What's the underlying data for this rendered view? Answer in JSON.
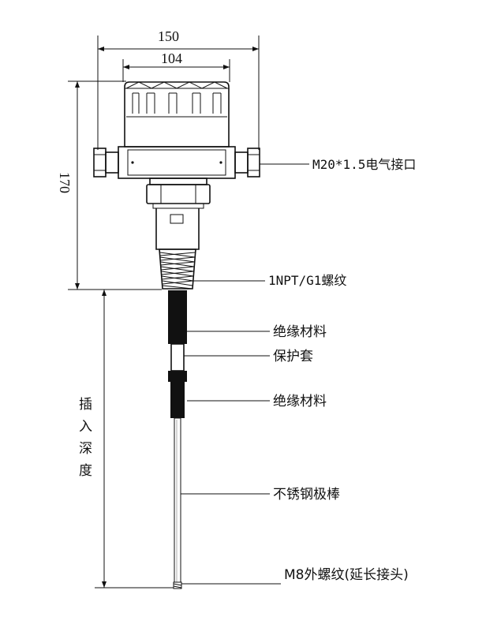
{
  "dimensions": {
    "overall_width": "150",
    "cap_width": "104",
    "height": "170"
  },
  "labels": {
    "cable_port": "M20*1.5电气接口",
    "process_thread": "1NPT/G1螺纹",
    "insulation_1": "绝缘材料",
    "sleeve": "保护套",
    "insulation_2": "绝缘材料",
    "rod": "不锈钢极棒",
    "end_thread": "M8外螺纹(延长接头)"
  },
  "insertion_depth": [
    "插",
    "入",
    "深",
    "度"
  ]
}
